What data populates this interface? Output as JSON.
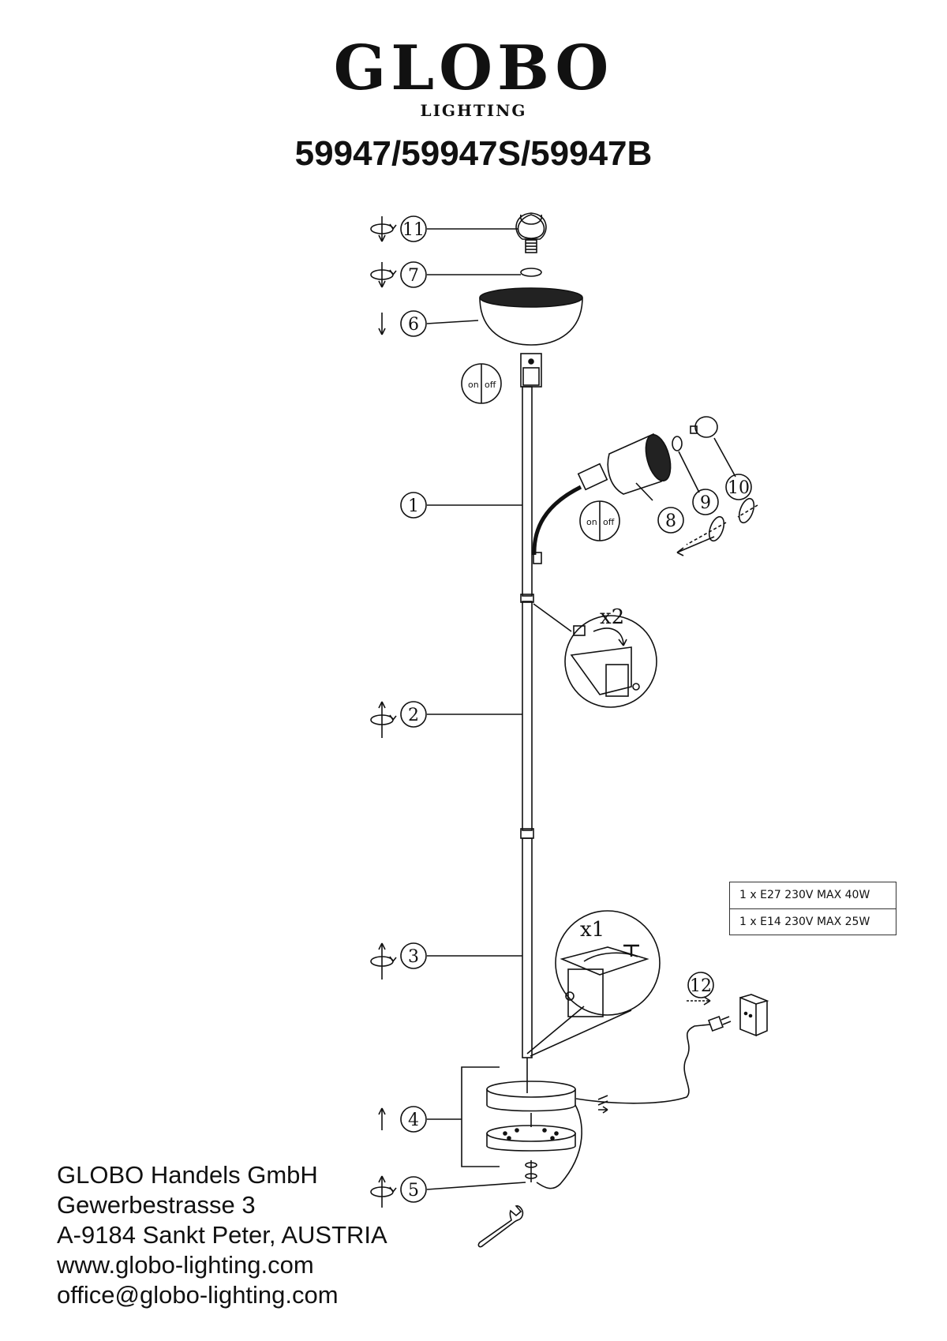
{
  "brand": {
    "name": "GLOBO",
    "sub": "LIGHTING"
  },
  "models": "59947/59947S/59947B",
  "switch": {
    "on": "on",
    "off": "off"
  },
  "steps": [
    "1",
    "2",
    "3",
    "4",
    "5",
    "6",
    "7",
    "8",
    "9",
    "10",
    "11",
    "12"
  ],
  "multipliers": {
    "joint_upper": "x2",
    "base": "x1"
  },
  "specs": [
    "1 x E27 230V MAX 40W",
    "1 x E14 230V MAX 25W"
  ],
  "address": {
    "company": "GLOBO Handels GmbH",
    "street": "Gewerbestrasse 3",
    "city": "A-9184 Sankt Peter, AUSTRIA",
    "web": "www.globo-lighting.com",
    "email": "office@globo-lighting.com"
  },
  "icons": [
    "rotate-icon",
    "arrow-down-icon",
    "arrow-up-icon",
    "wrench-icon",
    "bulb-icon",
    "plug-icon",
    "wall-socket-icon",
    "switch-icon"
  ]
}
